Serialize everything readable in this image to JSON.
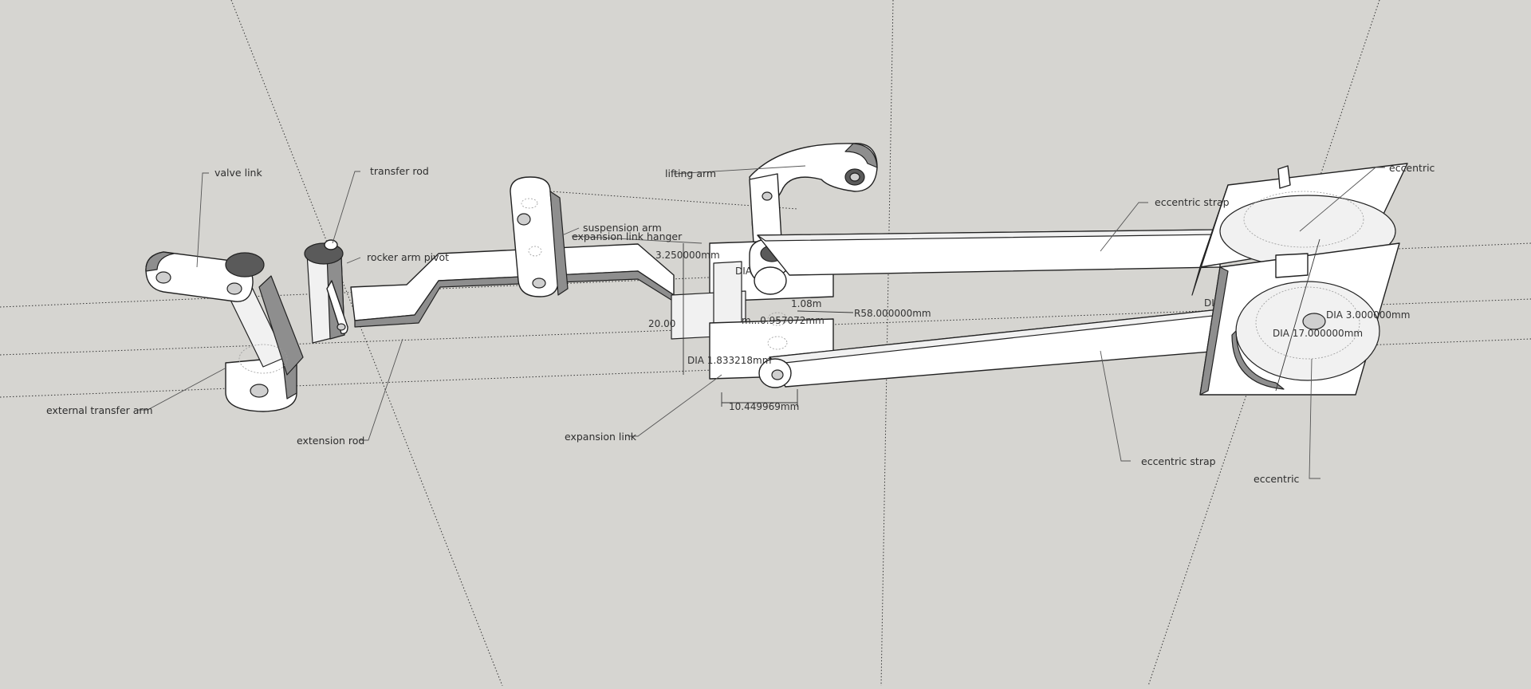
{
  "labels": {
    "valve_link": "valve link",
    "transfer_rod": "transfer rod",
    "rocker_arm_pivot": "rocker arm pivot",
    "external_transfer_arm": "external transfer arm",
    "extension_rod": "extension rod",
    "suspension_arm": "suspension arm",
    "expansion_link_hanger": "expansion link hanger",
    "lifting_arm": "lifting arm",
    "expansion_link": "expansion link",
    "eccentric_strap_top": "eccentric strap",
    "eccentric_strap_bottom": "eccentric strap",
    "eccentric_top": "eccentric",
    "eccentric_bottom": "eccentric"
  },
  "dimensions": {
    "d1": "3.250000mm",
    "d2": "DIA",
    "d3": "1.08m",
    "d4": "R58.000000mm",
    "d5": "20.00",
    "d6": "m...0.957072mm",
    "d7": "DIA 1.833218mm",
    "d8": "10.449969mm",
    "d9": "DIA 3.000000mm",
    "d10": "DIA 17.000000mm",
    "d11": "DI"
  }
}
